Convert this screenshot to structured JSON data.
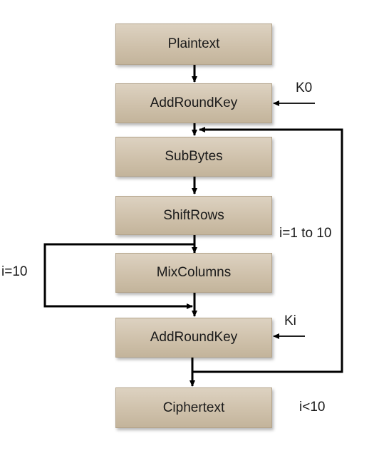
{
  "boxes": {
    "plaintext": "Plaintext",
    "add_round_key_initial": "AddRoundKey",
    "sub_bytes": "SubBytes",
    "shift_rows": "ShiftRows",
    "mix_columns": "MixColumns",
    "add_round_key_round": "AddRoundKey",
    "ciphertext": "Ciphertext"
  },
  "labels": {
    "key_initial": "K0",
    "key_round": "Ki",
    "round_range": "i=1 to 10",
    "final_round_condition": "i=10",
    "loop_condition": "i<10"
  },
  "colors": {
    "box_fill": "#cfc1ab",
    "box_border": "#b3a38a",
    "line": "#000000"
  }
}
